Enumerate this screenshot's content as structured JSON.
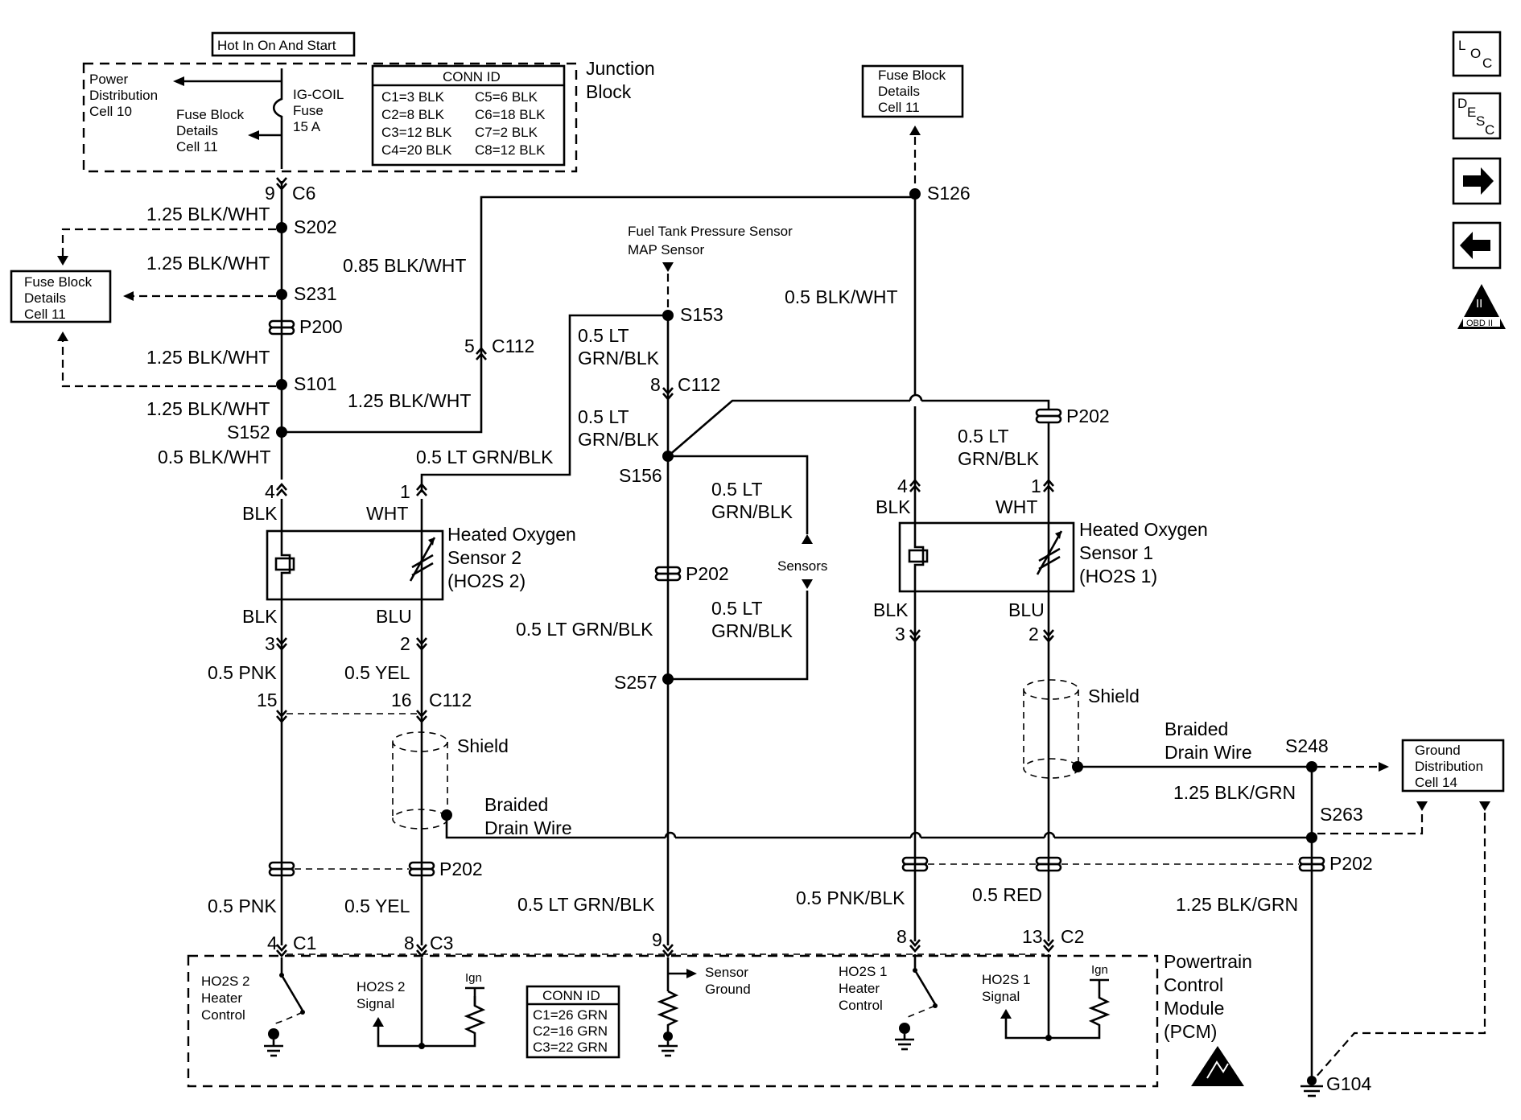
{
  "hot": "Hot In On And Start",
  "pdc": [
    "Power",
    "Distribution",
    "Cell 10"
  ],
  "fb_left_top": [
    "Fuse Block",
    "Details",
    "Cell 11"
  ],
  "fuse": [
    "IG-COIL",
    "Fuse",
    "15 A"
  ],
  "connid_top": {
    "title": "CONN ID",
    "rows": [
      [
        "C1=3 BLK",
        "C5=6 BLK"
      ],
      [
        "C2=8 BLK",
        "C6=18 BLK"
      ],
      [
        "C3=12 BLK",
        "C7=2 BLK"
      ],
      [
        "C4=20 BLK",
        "C8=12 BLK"
      ]
    ]
  },
  "junction": [
    "Junction",
    "Block"
  ],
  "fb_right": [
    "Fuse Block",
    "Details",
    "Cell 11"
  ],
  "fb_left": [
    "Fuse Block",
    "Details",
    "Cell 11"
  ],
  "ftps": [
    "Fuel Tank Pressure Sensor",
    "MAP Sensor"
  ],
  "wires": {
    "w125": "1.25 BLK/WHT",
    "w085": "0.85 BLK/WHT",
    "w05bw": "0.5 BLK/WHT",
    "w05lg": "0.5 LT GRN/BLK",
    "w05lt": "0.5 LT",
    "grnblk": "GRN/BLK",
    "pnk": "0.5 PNK",
    "yel": "0.5 YEL",
    "pnkblk": "0.5 PNK/BLK",
    "red": "0.5 RED",
    "blkgrn": "1.25 BLK/GRN"
  },
  "splices": {
    "s202": "S202",
    "s231": "S231",
    "s101": "S101",
    "s152": "S152",
    "s126": "S126",
    "s153": "S153",
    "s156": "S156",
    "s257": "S257",
    "s248": "S248",
    "s263": "S263",
    "p200": "P200",
    "p202": "P202",
    "g104": "G104"
  },
  "pins": {
    "c6pin": "9",
    "c6": "C6",
    "c112": "C112",
    "c112pin5": "5",
    "c112pin8": "8",
    "c112pin15": "15",
    "c112pin16": "16",
    "p4": "4",
    "p1": "1",
    "p3": "3",
    "p2": "2",
    "c1pin": "4",
    "c1": "C1",
    "c3pin": "8",
    "c3": "C3",
    "sgpin": "9",
    "htr1pin": "8",
    "sig1pin": "13",
    "c2": "C2"
  },
  "colors": {
    "blk": "BLK",
    "wht": "WHT",
    "blu": "BLU"
  },
  "ho2s2": [
    "Heated Oxygen",
    "Sensor 2",
    "(HO2S 2)"
  ],
  "ho2s1": [
    "Heated Oxygen",
    "Sensor 1",
    "(HO2S 1)"
  ],
  "sensors": "Sensors",
  "shield": "Shield",
  "braided": [
    "Braided",
    "Drain Wire"
  ],
  "gnd": [
    "Ground",
    "Distribution",
    "Cell 14"
  ],
  "pcm": [
    "Powertrain",
    "Control",
    "Module",
    "(PCM)"
  ],
  "pcm_inside": {
    "h2": [
      "HO2S 2",
      "Heater",
      "Control"
    ],
    "s2": [
      "HO2S 2",
      "Signal"
    ],
    "ign": "Ign",
    "sg": [
      "Sensor",
      "Ground"
    ],
    "h1": [
      "HO2S 1",
      "Heater",
      "Control"
    ],
    "s1": [
      "HO2S 1",
      "Signal"
    ]
  },
  "connid_pcm": {
    "title": "CONN ID",
    "rows": [
      "C1=26 GRN",
      "C2=16 GRN",
      "C3=22 GRN"
    ]
  },
  "nav": {
    "loc": [
      "L",
      "O",
      "C"
    ],
    "desc": [
      "D",
      "E",
      "S",
      "C"
    ],
    "obd": "OBD II",
    "obd_num": "II"
  }
}
